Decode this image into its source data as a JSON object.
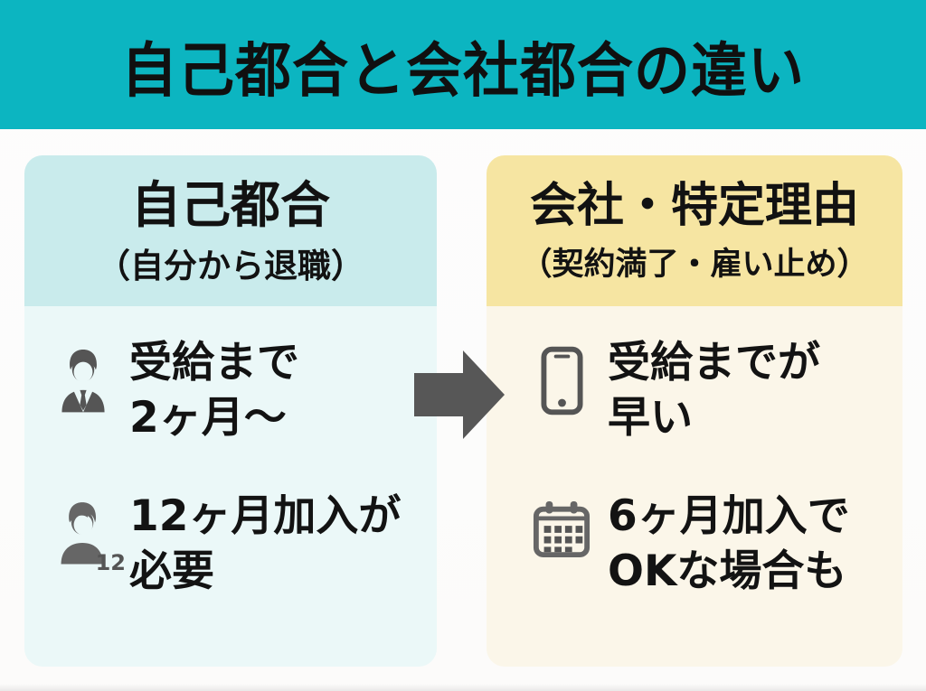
{
  "title": "自己都合と会社都合の違い",
  "colors": {
    "banner_bg": "#0cb5c1",
    "left_header_bg": "#c9ebec",
    "left_body_bg": "#ebf8f8",
    "right_header_bg": "#f6e5a2",
    "right_body_bg": "#fbf6e9",
    "arrow": "#575757",
    "icon": "#555555",
    "text": "#121212"
  },
  "left_card": {
    "title": "自己都合",
    "subtitle": "（自分から退職）",
    "items": [
      {
        "icon": "businessman-icon",
        "lines": [
          "受給まで",
          "2ヶ月〜"
        ]
      },
      {
        "icon": "person-12-icon",
        "badge": "12",
        "lines": [
          "12ヶ月加入が",
          "必要"
        ]
      }
    ]
  },
  "right_card": {
    "title": "会社・特定理由",
    "subtitle": "（契約満了・雇い止め）",
    "items": [
      {
        "icon": "smartphone-icon",
        "lines": [
          "受給までが",
          "早い"
        ]
      },
      {
        "icon": "calendar-icon",
        "lines": [
          "6ヶ月加入で",
          "OKな場合も"
        ]
      }
    ]
  }
}
